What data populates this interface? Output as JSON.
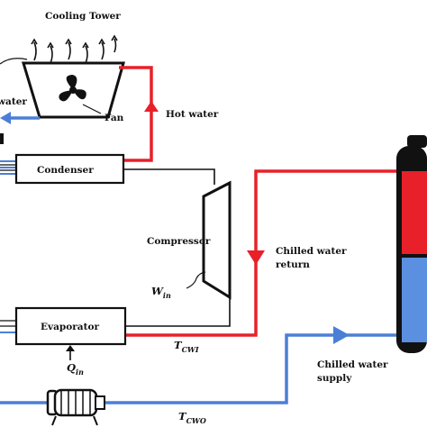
{
  "labels": {
    "cooling_tower": "Cooling Tower",
    "fan": "Fan",
    "hot_water": "Hot water",
    "water_partial": "water",
    "condenser": "Condenser",
    "compressor": "Compressor",
    "w_in_main": "W",
    "w_in_sub": "in",
    "chilled_water_return_1": "Chilled water",
    "chilled_water_return_2": "return",
    "evaporator": "Evaporator",
    "t_cwi_main": "T",
    "t_cwi_sub": "CWI",
    "q_in_main": "Q",
    "q_in_sub": "in",
    "chilled_water_supply_1": "Chilled water",
    "chilled_water_supply_2": "supply",
    "t_cwo_main": "T",
    "t_cwo_sub": "CWO"
  },
  "colors": {
    "hot_line": "#e8202a",
    "cold_line": "#4b7fd6",
    "refrigerant_line": "#111111",
    "tank_top": "#e8202a",
    "tank_bottom": "#5b8fe0",
    "tank_body": "#111111"
  },
  "icons": {
    "fan": "fan-icon",
    "pump": "pump-icon",
    "flow_arrow": "flow-arrow-icon"
  }
}
